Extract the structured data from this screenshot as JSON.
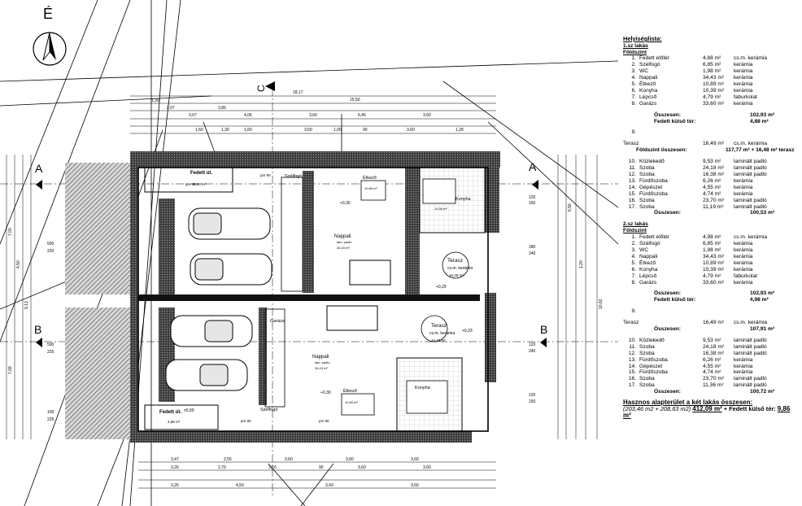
{
  "drawing": {
    "north_letter": "É",
    "section_c": "C",
    "section_a": "A",
    "section_b": "B",
    "top_dim": "18,17",
    "dims_top_row1": [
      "1,30",
      "2,07",
      "3,86",
      "15,50"
    ],
    "dims_top_row2": [
      "3,07",
      "4,06",
      "3,60",
      "6,45",
      "3,60"
    ],
    "dims_top_row3": [
      "1,60",
      "1,30",
      "1,60",
      "3,60",
      "1,00",
      "90",
      "3,60",
      "1,28"
    ],
    "dims_bottom_row1": [
      "3,47",
      "2,55",
      "3,60",
      "3,60",
      "3,60"
    ],
    "dims_bottom_row2": [
      "3,26",
      "2,70",
      "3,60",
      "90",
      "3,60",
      "3,60"
    ],
    "dims_bottom_row3": [
      "3,26",
      "4,50",
      "3,43",
      "3,60"
    ],
    "right_dims": [
      "120",
      "150",
      "180",
      "240",
      "120",
      "240",
      "120",
      "150"
    ],
    "left_dims": [
      "500",
      "220",
      "500",
      "225",
      "100",
      "225"
    ],
    "side_dims_vertical": [
      "7,00",
      "4,50",
      "9,13",
      "7,68",
      "6,56",
      "1,20",
      "10,62"
    ],
    "rooms": {
      "fedett_top": "Fedett út.",
      "fedett_top_sub": "4,88 m²",
      "szelfogo_top": "Szélfogó",
      "etkezo_top": "Étkező",
      "etkezo_top_area": "10,89 m²",
      "konyha_top": "Konyha",
      "konyha_top_area": "10,39 m²",
      "nappali_top": "Nappali",
      "nappali_top_sub": "lam. padló",
      "nappali_top_area": "34,43 m²",
      "terasz_top": "Terasz",
      "terasz_top_sub": "cs.m. kerámia",
      "terasz_top_area": "16,48 m²",
      "terasz_bot": "Terasz",
      "terasz_bot_sub": "cs.m. kerámia",
      "terasz_bot_area": "16,48 m²",
      "nappali_bot": "Nappali",
      "nappali_bot_sub": "lam. padló",
      "nappali_bot_area": "34,43 m²",
      "garage_bot": "Garázs",
      "etkezo_bot": "Étkező",
      "etkezo_bot_area": "10,89 m²",
      "konyha_bot": "Konyha",
      "szelfogo_bot": "Szélfogó",
      "fedett_bot": "Fedett út.",
      "fedett_bot_area": "4,88 m²"
    },
    "levels": [
      "+0,30",
      "+0,29",
      "+0,23",
      "+0,30",
      "±0,00"
    ],
    "pm_labels": [
      "pm 90",
      "pm 90",
      "pm 90",
      "pm 90"
    ]
  },
  "legend": {
    "title": "Helyiséglista:",
    "flat1": "1.sz lakás",
    "flat1_level": "Földszint",
    "flat1_rooms": [
      {
        "n": "1.",
        "name": "Fedett előtér",
        "area": "4,88 m²",
        "mat": "cs.m. kerámia"
      },
      {
        "n": "2.",
        "name": "Szélfogó",
        "area": "6,85 m²",
        "mat": "kerámia"
      },
      {
        "n": "3.",
        "name": "WC",
        "area": "1,98 m²",
        "mat": "kerámia"
      },
      {
        "n": "4.",
        "name": "Nappali",
        "area": "34,43 m²",
        "mat": "kerámia"
      },
      {
        "n": "5.",
        "name": "Étkező",
        "area": "10,89 m²",
        "mat": "kerámia"
      },
      {
        "n": "6.",
        "name": "Konyha",
        "area": "10,39 m²",
        "mat": "kerámia"
      },
      {
        "n": "7.",
        "name": "Lépcső",
        "area": "4,79 m²",
        "mat": "faburkolat"
      },
      {
        "n": "8.",
        "name": "Garázs",
        "area": "33,60 m²",
        "mat": "kerámia"
      }
    ],
    "flat1_total_label": "Összesen:",
    "flat1_total": "102,93 m²",
    "flat1_covered_label": "Fedett külső tér:",
    "flat1_covered": "4,88 m²",
    "flat1_n9": "9.",
    "flat1_terrace_name": "Terasz",
    "flat1_terrace_area": "16,49 m²",
    "flat1_terrace_mat": "cs.m. kerámia",
    "flat1_ground_total": "Földszint összesen:",
    "flat1_ground_total_val": "117,77 m² + 16,48 m² terasz",
    "flat1_upper": [
      {
        "n": "10.",
        "name": "Közlekedő",
        "area": "9,53 m²",
        "mat": "laminált padló"
      },
      {
        "n": "11.",
        "name": "Szoba",
        "area": "24,18 m²",
        "mat": "laminált padló"
      },
      {
        "n": "12.",
        "name": "Szoba",
        "area": "16,38 m²",
        "mat": "laminált padló"
      },
      {
        "n": "13.",
        "name": "Fürdőszoba",
        "area": "6,26 m²",
        "mat": "kerámia"
      },
      {
        "n": "14.",
        "name": "Gépészet",
        "area": "4,55 m²",
        "mat": "kerámia"
      },
      {
        "n": "15.",
        "name": "Fürdőszoba",
        "area": "4,74 m²",
        "mat": "kerámia"
      },
      {
        "n": "16.",
        "name": "Szoba",
        "area": "23,70 m²",
        "mat": "laminált padló"
      },
      {
        "n": "17.",
        "name": "Szoba",
        "area": "11,19 m²",
        "mat": "laminált padló"
      }
    ],
    "flat1_upper_total": "100,53 m²",
    "flat2": "2.sz lakás",
    "flat2_level": "Földszint",
    "flat2_rooms": [
      {
        "n": "1.",
        "name": "Fedett előtér",
        "area": "4,98 m²",
        "mat": "cs.m. kerámia"
      },
      {
        "n": "2.",
        "name": "Szélfogó",
        "area": "6,85 m²",
        "mat": "kerámia"
      },
      {
        "n": "3.",
        "name": "WC",
        "area": "1,98 m²",
        "mat": "kerámia"
      },
      {
        "n": "4.",
        "name": "Nappali",
        "area": "34,43 m²",
        "mat": "kerámia"
      },
      {
        "n": "5.",
        "name": "Étkező",
        "area": "10,89 m²",
        "mat": "kerámia"
      },
      {
        "n": "6.",
        "name": "Konyha",
        "area": "10,39 m²",
        "mat": "kerámia"
      },
      {
        "n": "7.",
        "name": "Lépcső",
        "area": "4,79 m²",
        "mat": "faburkolat"
      },
      {
        "n": "8.",
        "name": "Garázs",
        "area": "33,60 m²",
        "mat": "kerámia"
      }
    ],
    "flat2_total": "102,93 m²",
    "flat2_covered": "4,98 m²",
    "flat2_n9": "9.",
    "flat2_terrace_name": "Terasz",
    "flat2_terrace_area": "16,49 m²",
    "flat2_terrace_mat": "cs.m. kerámia",
    "flat2_ground_total": "107,91 m²",
    "flat2_upper": [
      {
        "n": "10.",
        "name": "Közlekedő",
        "area": "9,53 m²",
        "mat": "laminált padló"
      },
      {
        "n": "11.",
        "name": "Szoba",
        "area": "24,18 m²",
        "mat": "laminált padló"
      },
      {
        "n": "12.",
        "name": "Szoba",
        "area": "16,38 m²",
        "mat": "laminált padló"
      },
      {
        "n": "13.",
        "name": "Fürdőszoba",
        "area": "6,26 m²",
        "mat": "kerámia"
      },
      {
        "n": "14.",
        "name": "Gépészet",
        "area": "4,55 m²",
        "mat": "kerámia"
      },
      {
        "n": "15.",
        "name": "Fürdőszoba",
        "area": "4,74 m²",
        "mat": "kerámia"
      },
      {
        "n": "16.",
        "name": "Szoba",
        "area": "23,70 m²",
        "mat": "laminált padló"
      },
      {
        "n": "17.",
        "name": "Szoba",
        "area": "11,36 m²",
        "mat": "laminált padló"
      }
    ],
    "flat2_upper_total": "100,72 m²",
    "useful_title": "Hasznos alapterület a két lakás összesen:",
    "useful_formula": "(203,46 m2 + 208,63 m2)",
    "useful_total": "412,09 m²",
    "useful_plus": "+ Fedett külső tér:",
    "useful_covered": "9,86 m²"
  }
}
